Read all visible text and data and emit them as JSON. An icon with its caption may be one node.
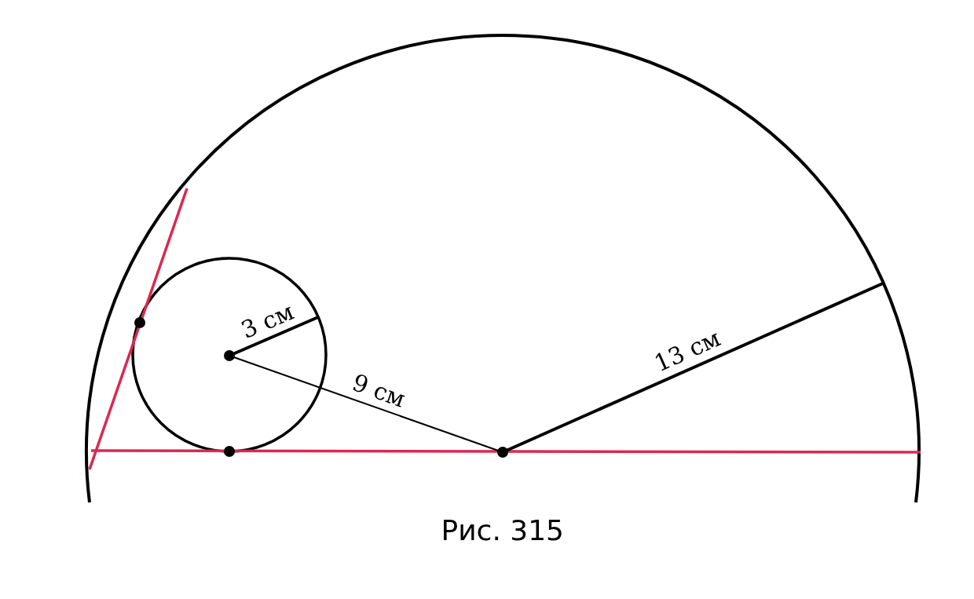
{
  "diagram": {
    "caption": "Рис. 315",
    "labels": [
      "3 см",
      "9 см",
      "13 см"
    ]
  }
}
